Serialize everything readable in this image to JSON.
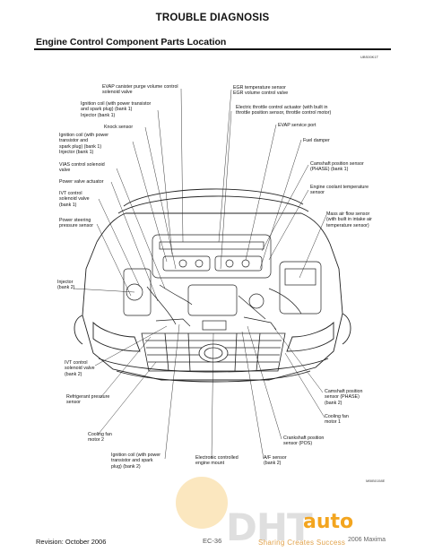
{
  "header": {
    "title": "TROUBLE DIAGNOSIS"
  },
  "section": {
    "title": "Engine Control Component Parts Location",
    "code": "UBS00K1T"
  },
  "labels": {
    "evap_purge": "EVAP canister purge volume control\nsolenoid valve",
    "ign_coil_b1_top": "Ignition coil (with power transistor\nand spark plug) (bank 1)\nInjector (bank 1)",
    "knock": "Knock sensor",
    "ign_coil_b1_mid": "Ignition coil (with power\ntransistor and\nspark plug) (bank 1)\nInjector (bank 1)",
    "vias": "VIAS control solenoid\nvalve",
    "power_valve": "Power valve actuator",
    "ivt_b1": "IVT control\nsolenoid valve\n(bank 1)",
    "ps_pressure": "Power steering\npressure sensor",
    "injector_b2": "Injector\n(bank 2)",
    "ivt_b2": "IVT control\nsolenoid valve\n(bank 2)",
    "refrigerant": "Refrigerant pressure\nsensor",
    "fan2": "Cooling fan\nmotor 2",
    "ign_coil_b2": "Ignition coil (with power\ntransistor and spark\nplug) (bank 2)",
    "eng_mount": "Electronic controlled\nengine mount",
    "egr_temp": "EGR temperature sensor\nEGR volume control valve",
    "throttle": "Electric throttle control actuator (with built in\nthrottle position sensor, throttle control motor)",
    "evap_port": "EVAP service port",
    "damper": "Fuel damper",
    "cmp_phase_top": "Camshaft position sensor\n(PHASE) (bank 1)",
    "ect": "Engine coolant temperature\nsensor",
    "maf": "Mass air flow sensor\n(with built in intake air\ntemperature sensor)",
    "cmp_phase_low": "Camshaft position\nsensor (PHASE)\n(bank 2)",
    "fan1": "Cooling fan\nmotor 1",
    "ckp": "Crankshaft position\nsensor (POS)",
    "af": "A/F sensor\n(bank 2)"
  },
  "figure": {
    "code": "MBIB0158E"
  },
  "footer": {
    "revision": "Revision: October 2006",
    "page": "EC-36",
    "model": "2006 Maxima"
  },
  "watermark": {
    "logo": "DHT",
    "word": "auto",
    "tagline": "Sharing Creates Success"
  }
}
